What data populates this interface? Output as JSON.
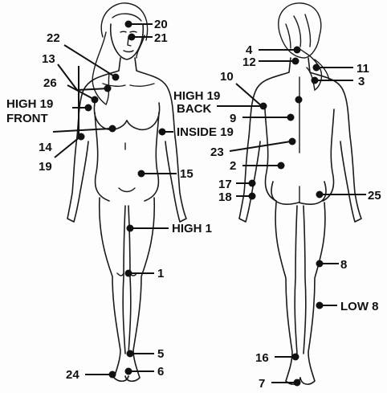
{
  "points": [
    {
      "id": "20",
      "label": "20"
    },
    {
      "id": "21",
      "label": "21"
    },
    {
      "id": "22",
      "label": "22"
    },
    {
      "id": "13",
      "label": "13"
    },
    {
      "id": "26",
      "label": "26"
    },
    {
      "id": "high19front_line1",
      "label": "HIGH 19"
    },
    {
      "id": "high19front_line2",
      "label": "FRONT"
    },
    {
      "id": "14",
      "label": "14"
    },
    {
      "id": "19",
      "label": "19"
    },
    {
      "id": "inside19",
      "label": "INSIDE 19"
    },
    {
      "id": "15",
      "label": "15"
    },
    {
      "id": "high1",
      "label": "HIGH 1"
    },
    {
      "id": "1",
      "label": "1"
    },
    {
      "id": "5",
      "label": "5"
    },
    {
      "id": "6",
      "label": "6"
    },
    {
      "id": "24",
      "label": "24"
    },
    {
      "id": "4",
      "label": "4"
    },
    {
      "id": "12",
      "label": "12"
    },
    {
      "id": "11",
      "label": "11"
    },
    {
      "id": "3",
      "label": "3"
    },
    {
      "id": "10",
      "label": "10"
    },
    {
      "id": "high19back_line1",
      "label": "HIGH 19"
    },
    {
      "id": "high19back_line2",
      "label": "BACK"
    },
    {
      "id": "9",
      "label": "9"
    },
    {
      "id": "23",
      "label": "23"
    },
    {
      "id": "2",
      "label": "2"
    },
    {
      "id": "17",
      "label": "17"
    },
    {
      "id": "18",
      "label": "18"
    },
    {
      "id": "25",
      "label": "25"
    },
    {
      "id": "8",
      "label": "8"
    },
    {
      "id": "low8",
      "label": "LOW 8"
    },
    {
      "id": "16",
      "label": "16"
    },
    {
      "id": "7",
      "label": "7"
    }
  ]
}
